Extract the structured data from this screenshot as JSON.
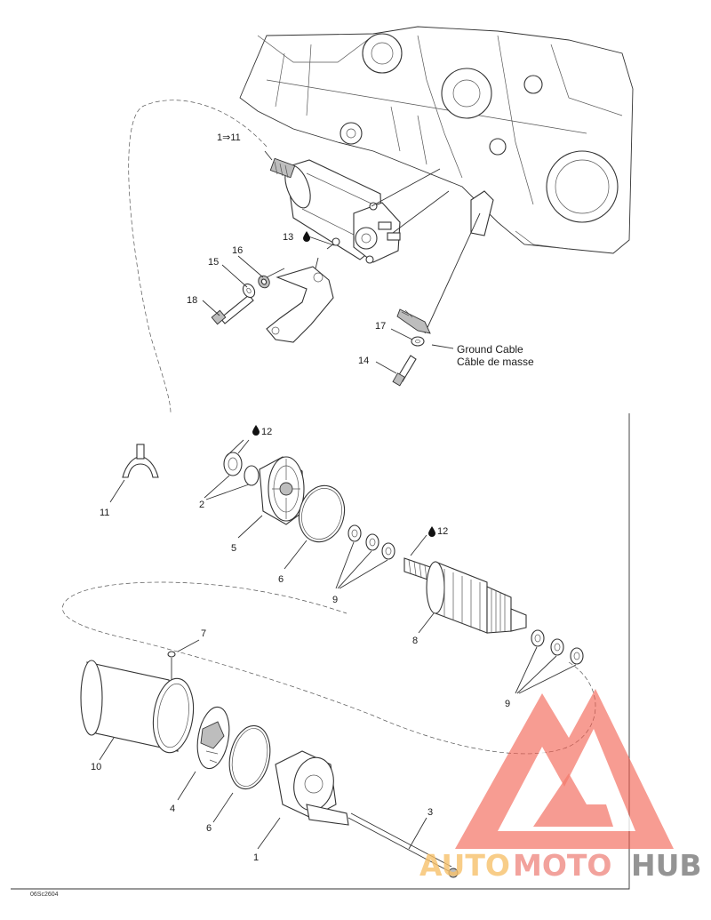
{
  "callouts": {
    "assy": "1⇒11",
    "p13": "13",
    "p16": "16",
    "p15": "15",
    "p18": "18",
    "p17": "17",
    "p14": "14",
    "p12a": "12",
    "p11": "11",
    "p2": "2",
    "p5": "5",
    "p6a": "6",
    "p9a": "9",
    "p12b": "12",
    "p8": "8",
    "p7": "7",
    "p9b": "9",
    "p10": "10",
    "p4": "4",
    "p6b": "6",
    "p1": "1",
    "p3": "3"
  },
  "ground_cable": {
    "en": "Ground Cable",
    "fr": "Câble de masse"
  },
  "figure_code": "06Sc2604",
  "watermark": {
    "auto": "AUTO",
    "moto": "MOTO",
    "hub": "HUB",
    "colors": {
      "auto": "#f7c16b",
      "moto": "#f08c84",
      "hub": "#7a7a7a",
      "logo": "#f25a4a"
    }
  },
  "icons": {
    "grease": "drop-icon",
    "assembly_arrow": "double-arrow-icon"
  }
}
